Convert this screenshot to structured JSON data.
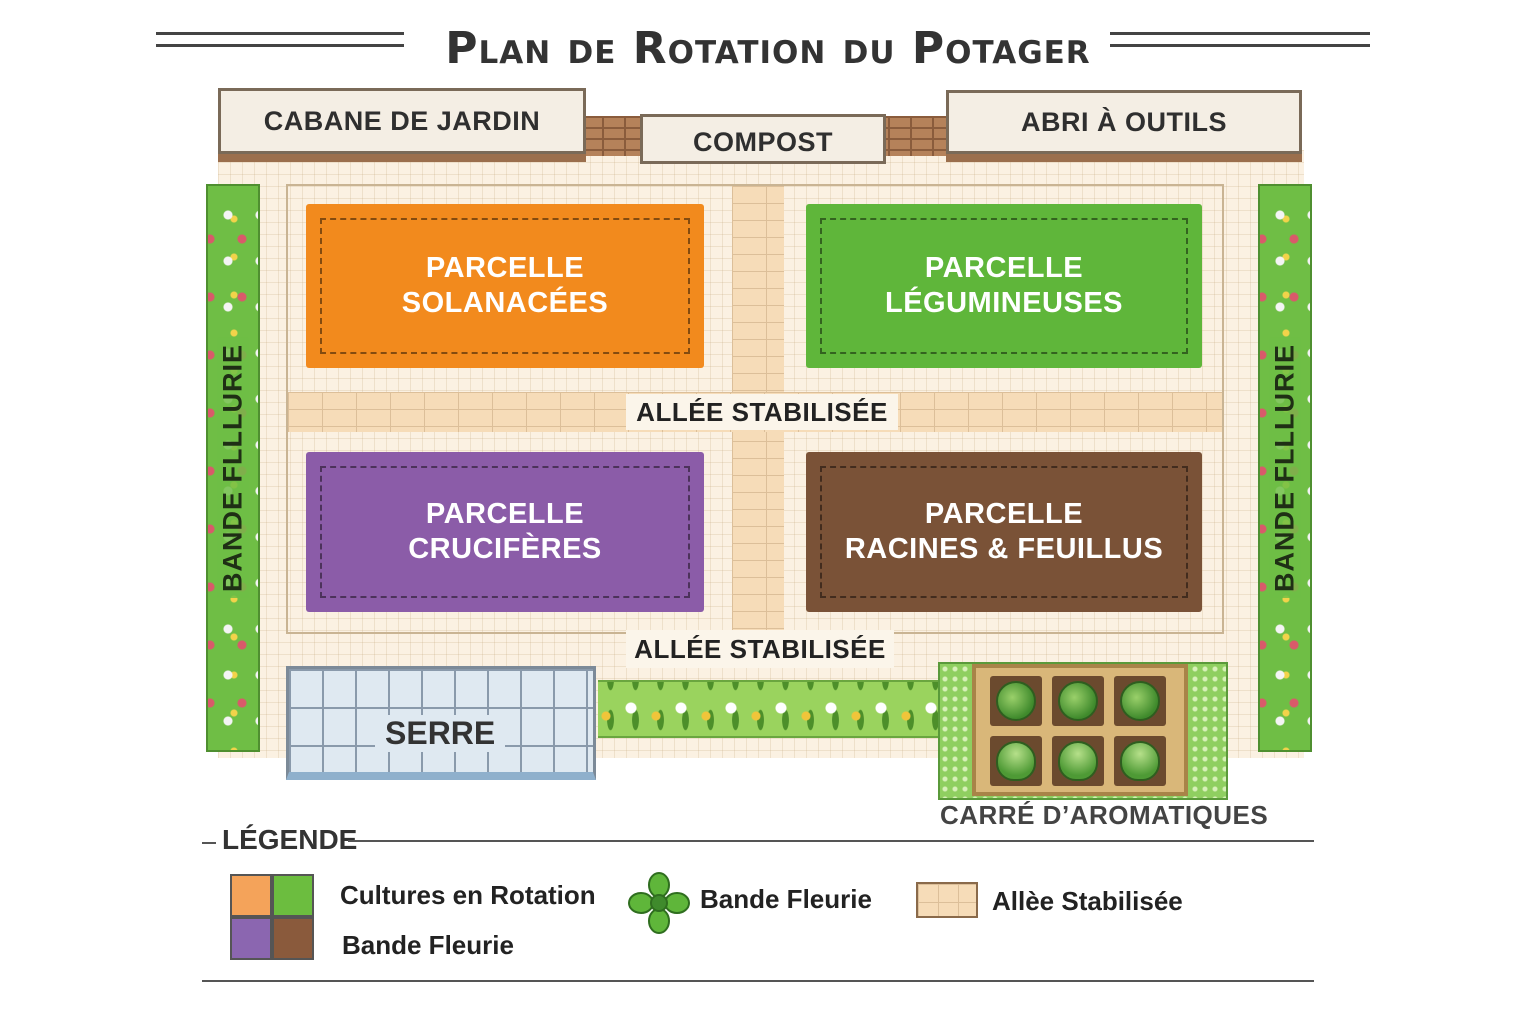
{
  "title": "Plan de Rotation du Potager",
  "buildings": {
    "shed": "CABANE DE JARDIN",
    "compost": "COMPOST",
    "tools": "ABRI À OUTILS"
  },
  "bands": {
    "left": "BANDE FLLLURIE",
    "right": "BANDE FLLLURIE"
  },
  "plots": [
    {
      "line1": "PARCELLE",
      "line2": "SOLANACÉES",
      "color": "#f28a1d"
    },
    {
      "line1": "PARCELLE",
      "line2": "LÉGUMINEUSES",
      "color": "#5fb63a"
    },
    {
      "line1": "PARCELLE",
      "line2": "CRUCIFÈRES",
      "color": "#8b5ca8"
    },
    {
      "line1": "PARCELLE",
      "line2": "RACINES & FEUILLUS",
      "color": "#7a5237"
    }
  ],
  "allees": {
    "middle": "ALLÉE STABILISÉE",
    "bottom": "ALLÉE STABILISÉE"
  },
  "serre": "SERRE",
  "herbs": "CARRÉ D’AROMATIQUES",
  "legend": {
    "title": "LÉGENDE",
    "rotation": "Cultures en Rotation",
    "fleurie_under": "Bande Fleurie",
    "fleurie": "Bande Fleurie",
    "allee": "Allèe Stabilisée",
    "swatch_colors": [
      "#f4a35a",
      "#6cbd3f",
      "#8b66b0",
      "#8a5a3c"
    ]
  }
}
